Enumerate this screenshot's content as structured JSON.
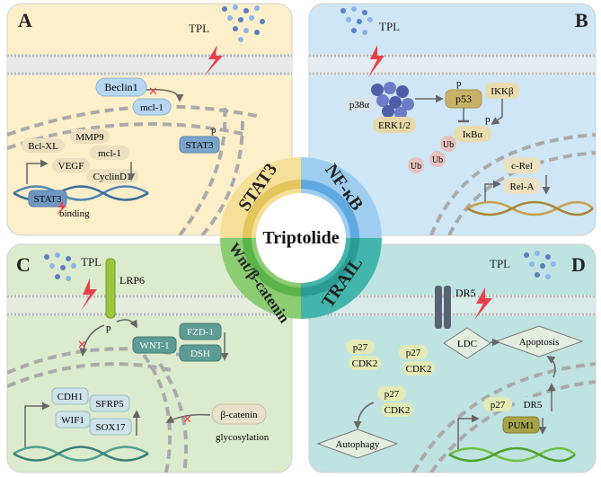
{
  "center": {
    "label": "Triptolide"
  },
  "quadrants": [
    {
      "letter": "A",
      "pathway": "STAT3",
      "bg": "#fcefc9",
      "ring": "#f1d787"
    },
    {
      "letter": "B",
      "pathway": "NF-κB",
      "bg": "#cfe6f7",
      "ring": "#8fc3ec"
    },
    {
      "letter": "C",
      "pathway": "Wnt/β-catenin",
      "bg": "#dcebcd",
      "ring": "#8ccc73"
    },
    {
      "letter": "D",
      "pathway": "TRAIL",
      "bg": "#bfe3e1",
      "ring": "#44b5ad"
    }
  ],
  "panelA": {
    "tpl": "TPL",
    "beclin": "Beclin1",
    "mcl_membrane": "mcl-1",
    "p_mark": "p",
    "stat3_cyto": "STAT3",
    "genes": [
      "Bcl-XL",
      "MMP9",
      "mcl-1",
      "VEGF",
      "CyclinD1"
    ],
    "stat3_nuc": "STAT3",
    "binding": "binding"
  },
  "panelB": {
    "tpl": "TPL",
    "p38": "p38α",
    "erk": "ERK1/2",
    "p53": "p53",
    "ikkb": "IKKβ",
    "ikba": "IκBα",
    "p_mark": "p",
    "ub": "Ub",
    "crel": "c-Rel",
    "rela": "Rel-A"
  },
  "panelC": {
    "tpl": "TPL",
    "lrp6": "LRP6",
    "p_mark": "p",
    "wnt": "WNT-1",
    "fzd": "FZD-1",
    "dsh": "DSH",
    "genes": [
      "CDH1",
      "SFRP5",
      "WIF1",
      "SOX17"
    ],
    "catenin": "β-catenin",
    "glyco": "glycosylation"
  },
  "panelD": {
    "tpl": "TPL",
    "dr5": "DR5",
    "ldc": "LDC",
    "apoptosis": "Apoptosis",
    "p27": "p27",
    "cdk2": "CDK2",
    "autophagy": "Autophagy",
    "pum1": "PUM1"
  }
}
